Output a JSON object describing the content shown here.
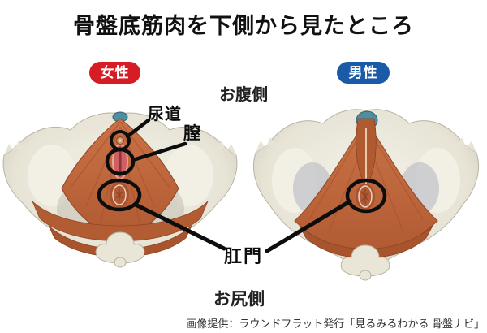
{
  "title": "骨盤底筋肉を下側から見たところ",
  "badges": {
    "female": "女性",
    "male": "男性"
  },
  "labels": {
    "abdomen_side": "お腹側",
    "urethra": "尿道",
    "vagina": "膣",
    "anus": "肛門",
    "buttocks_side": "お尻側"
  },
  "credit": "画像提供：ラウンドフラット発行「見るみるわかる 骨盤ナビ」",
  "colors": {
    "female_badge_red": "#d61c24",
    "male_badge_blue": "#1a5aa6",
    "muscle_orange": "#c2683f",
    "muscle_dark": "#a8552e",
    "bone_cream": "#e8e5d8",
    "bone_shadow": "#b9b3a4",
    "cartilage_teal": "#4f8da0",
    "genital_pink": "#cf5f63",
    "annotation_black": "#0d0d0d",
    "background": "#ffffff"
  }
}
